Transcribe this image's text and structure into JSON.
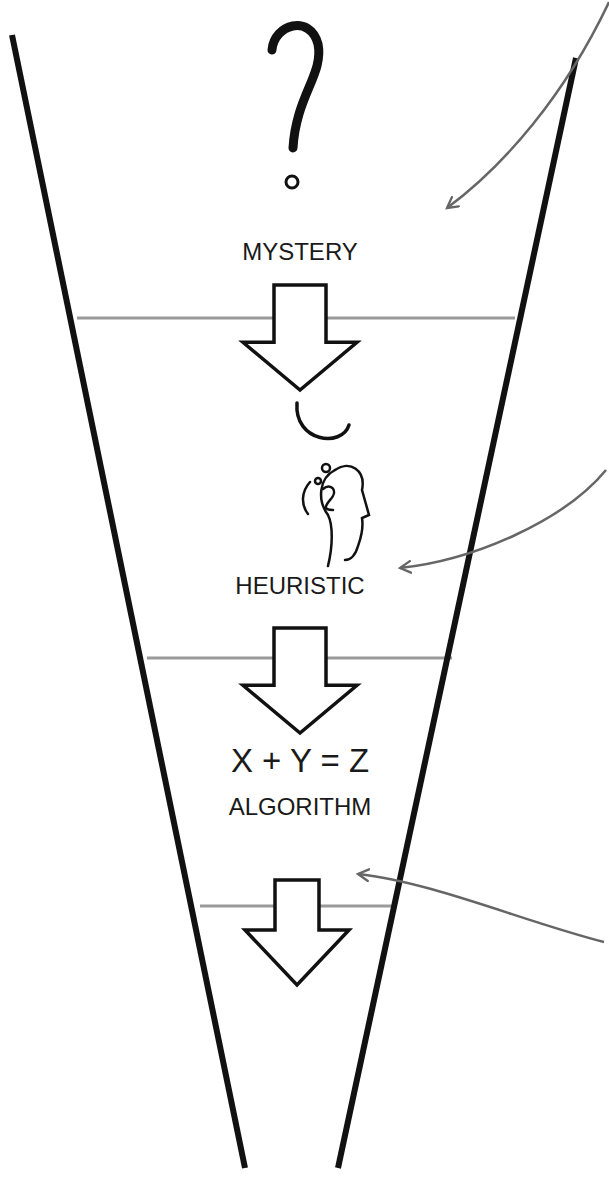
{
  "diagram": {
    "nodes": [
      {
        "text": [
          "MYSTERY"
        ]
      },
      {
        "text": [
          "HEURISTIC"
        ]
      },
      {
        "text": [
          "X + Y = Z",
          "ALGORITHM"
        ]
      }
    ],
    "edges": [
      {
        "from": 0,
        "to": 1,
        "arrow": "to"
      },
      {
        "from": 1,
        "to": 2,
        "arrow": "to"
      }
    ]
  }
}
